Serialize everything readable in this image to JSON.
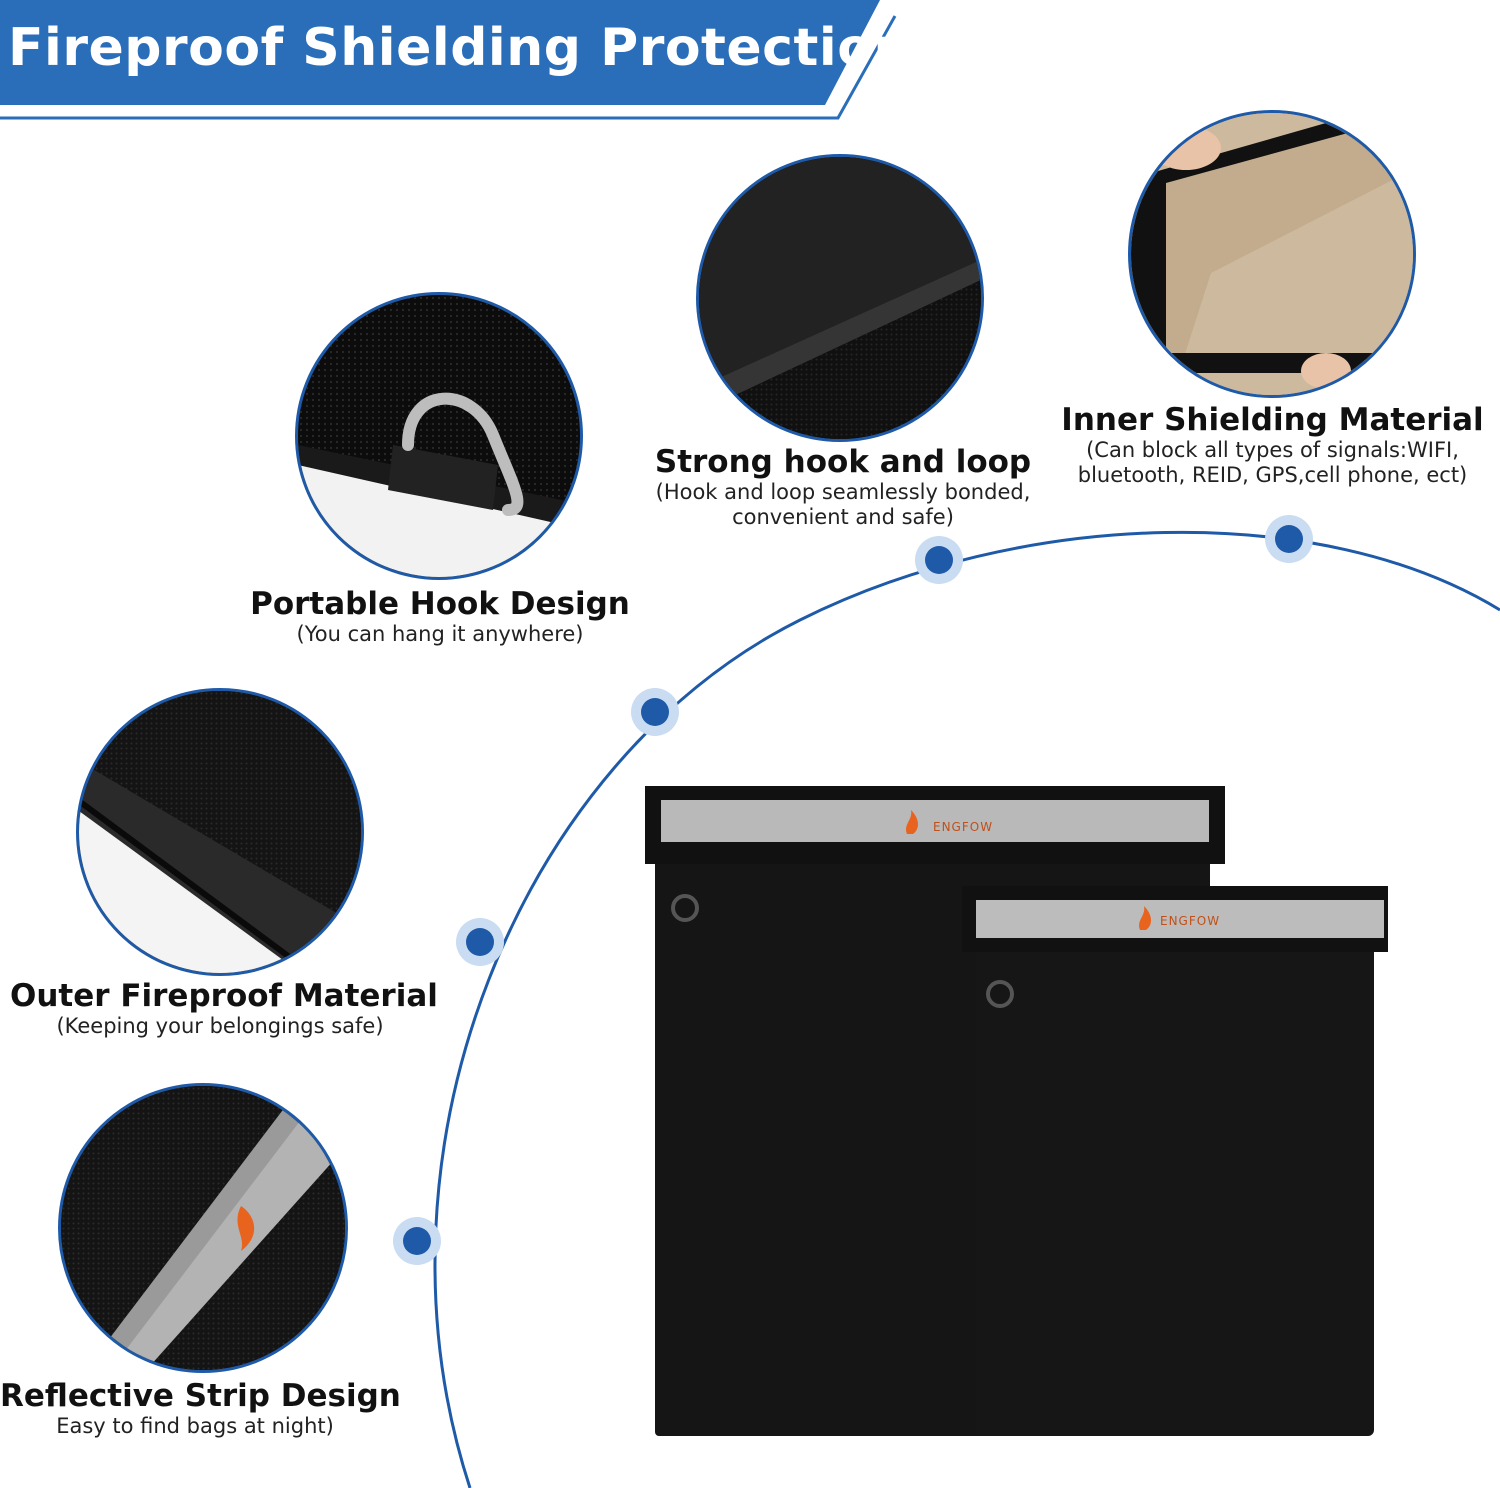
{
  "banner": {
    "title": "Fireproof Shielding Protection",
    "color": "#2a6db8"
  },
  "features": [
    {
      "id": "hook",
      "title": "Portable Hook Design",
      "subtitle": "(You can hang it anywhere)",
      "icon": "d-ring-hook-photo"
    },
    {
      "id": "loop",
      "title": "Strong hook and loop",
      "subtitle_lines": [
        "(Hook and loop seamlessly bonded,",
        "convenient and safe)"
      ],
      "icon": "hook-and-loop-photo"
    },
    {
      "id": "inner",
      "title": "Inner Shielding Material",
      "subtitle_lines": [
        "(Can block all types of signals:WIFI,",
        "bluetooth, REID, GPS,cell phone, ect)"
      ],
      "icon": "shielding-fabric-photo"
    },
    {
      "id": "outer",
      "title": "Outer Fireproof Material",
      "subtitle": "(Keeping your belongings safe)",
      "icon": "fireproof-fabric-photo"
    },
    {
      "id": "strip",
      "title": "Reflective Strip Design",
      "subtitle": "Easy to find bags at night)",
      "icon": "reflective-strip-photo"
    }
  ],
  "product": {
    "brand": "ENGFOW",
    "bag_color": "#141414",
    "strip_color": "#b9b9b9"
  },
  "accent": "#1e5aa8"
}
